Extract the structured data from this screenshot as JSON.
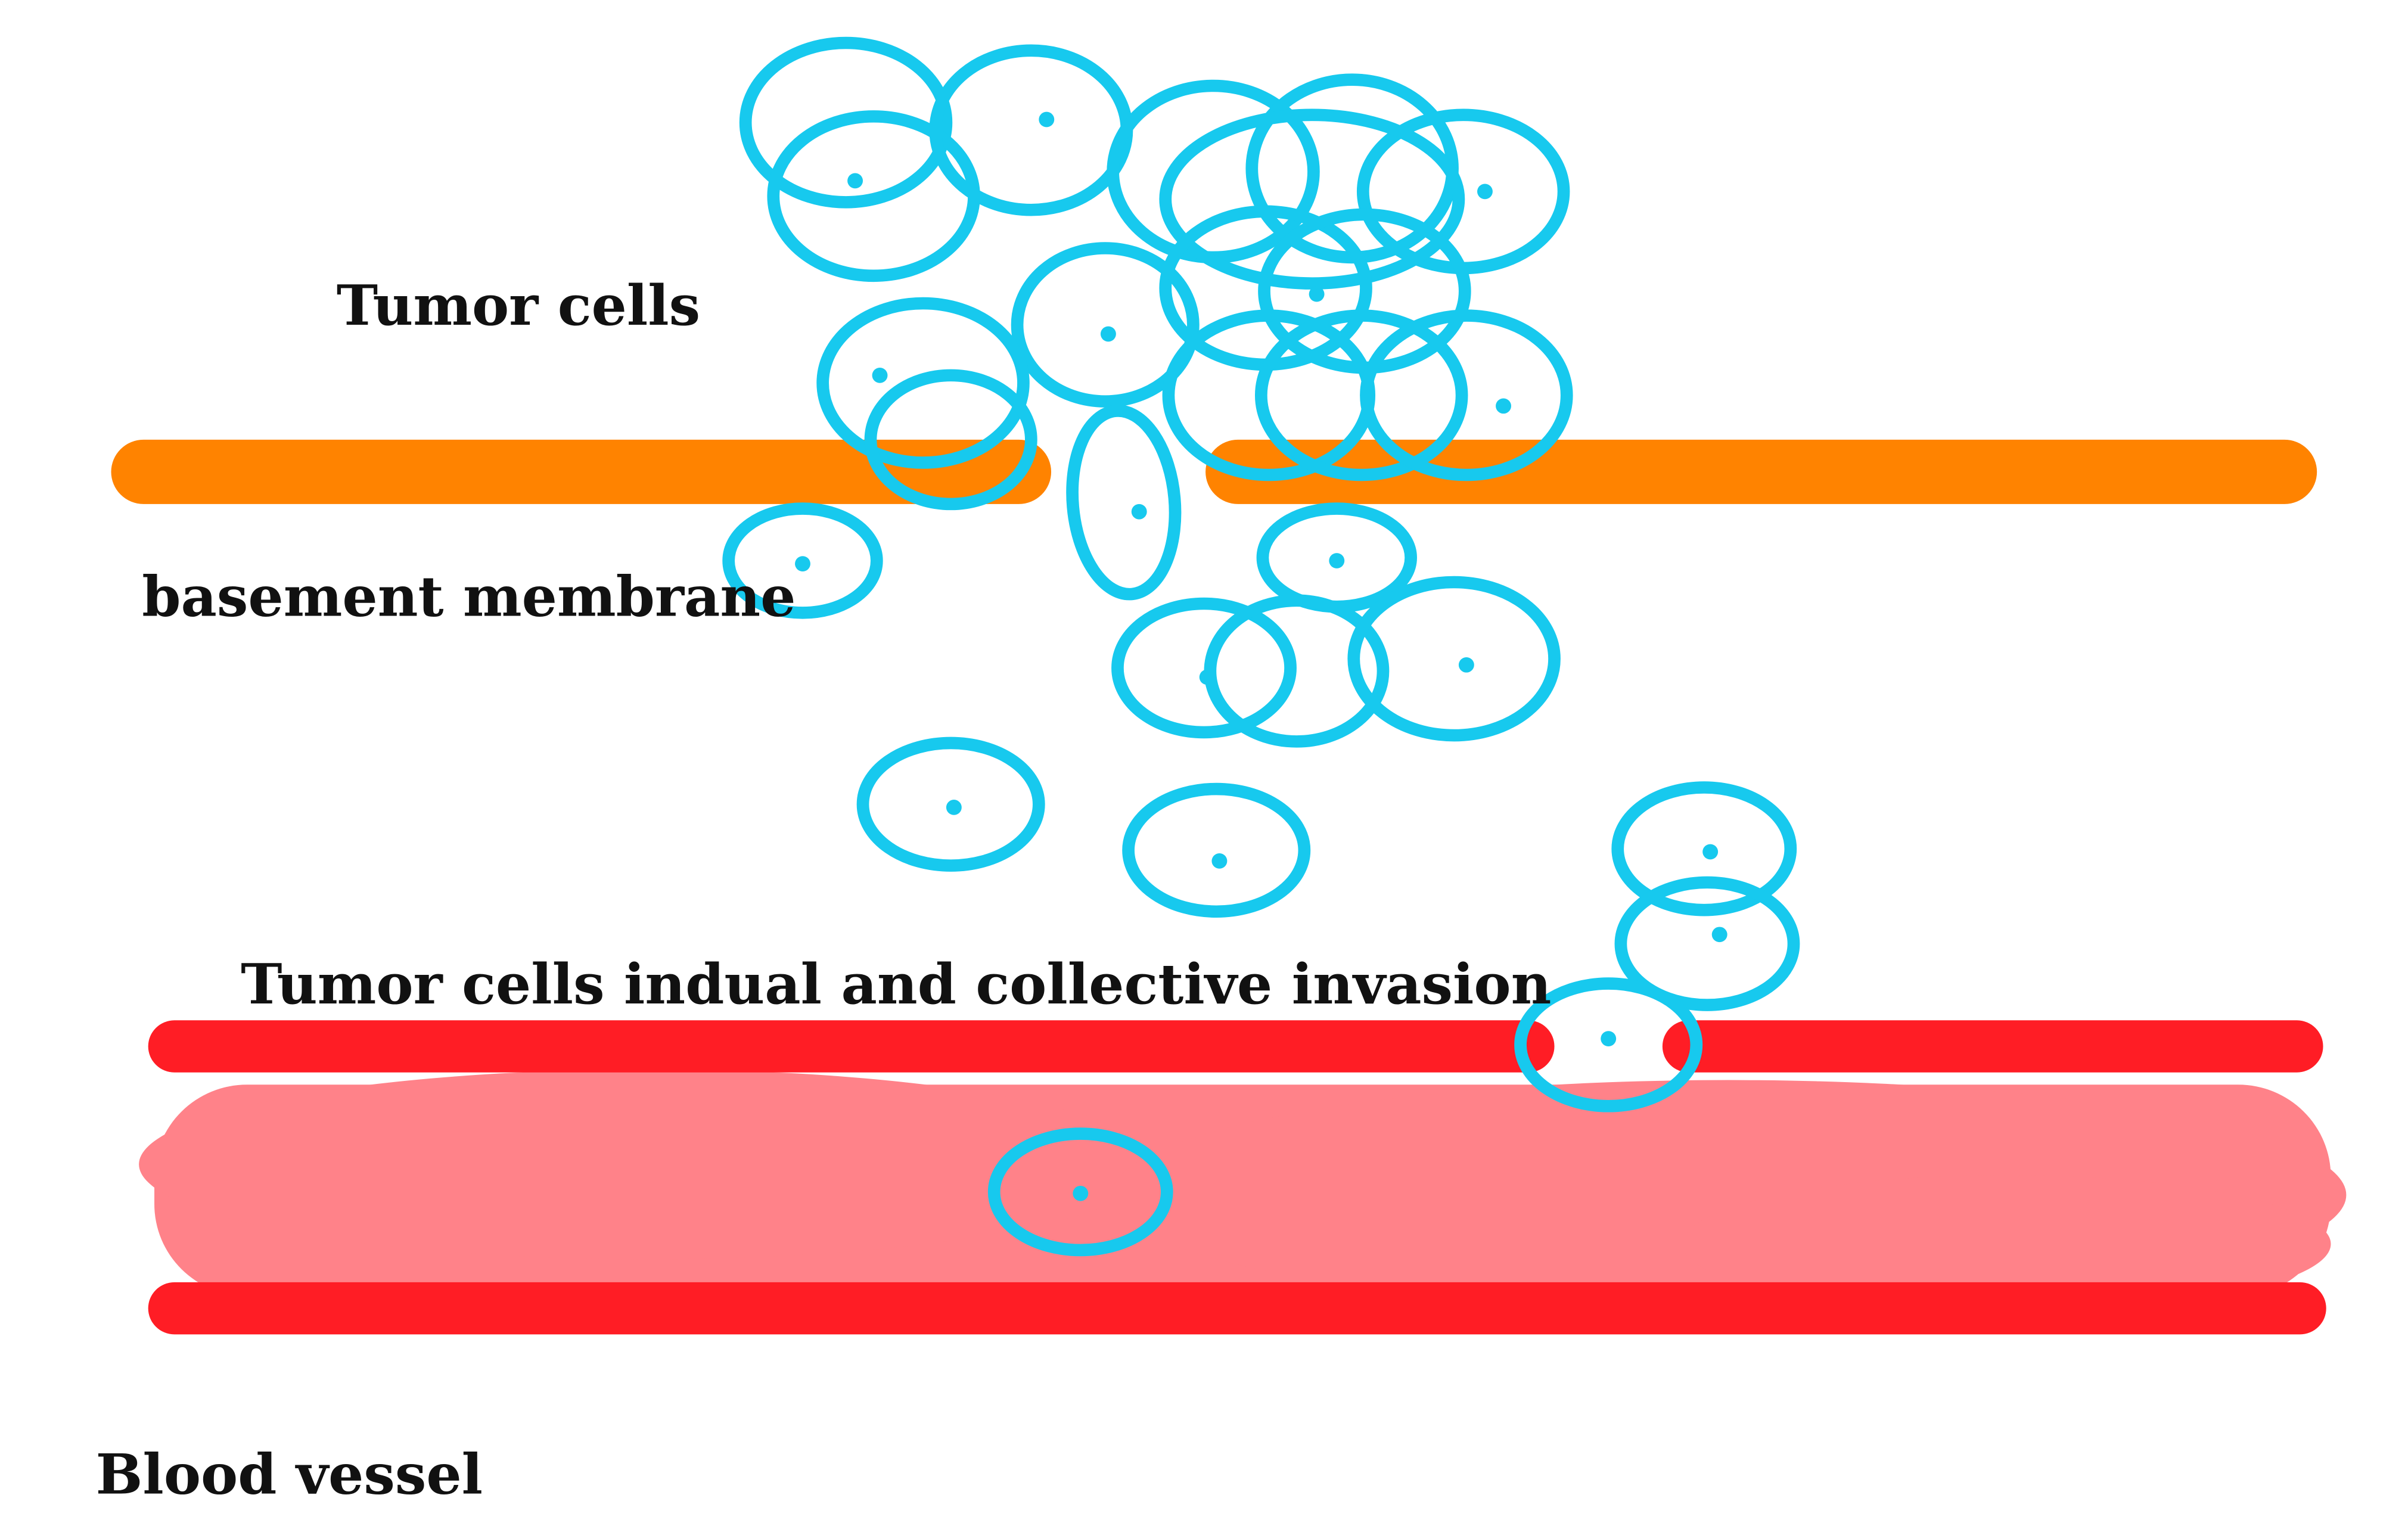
{
  "labels": {
    "tumor_cells": "Tumor cells",
    "basement_membrane": "basement membrane",
    "invasion": "Tumor cells indual and collective invasion",
    "blood_vessel": "Blood vessel"
  },
  "colors": {
    "tumor_cell": "#17c9ee",
    "basement_membrane": "#ff8300",
    "vessel_wall": "#ff1d25",
    "blood_lumen": "#ff8289",
    "text": "#111111",
    "background": "#ffffff"
  }
}
